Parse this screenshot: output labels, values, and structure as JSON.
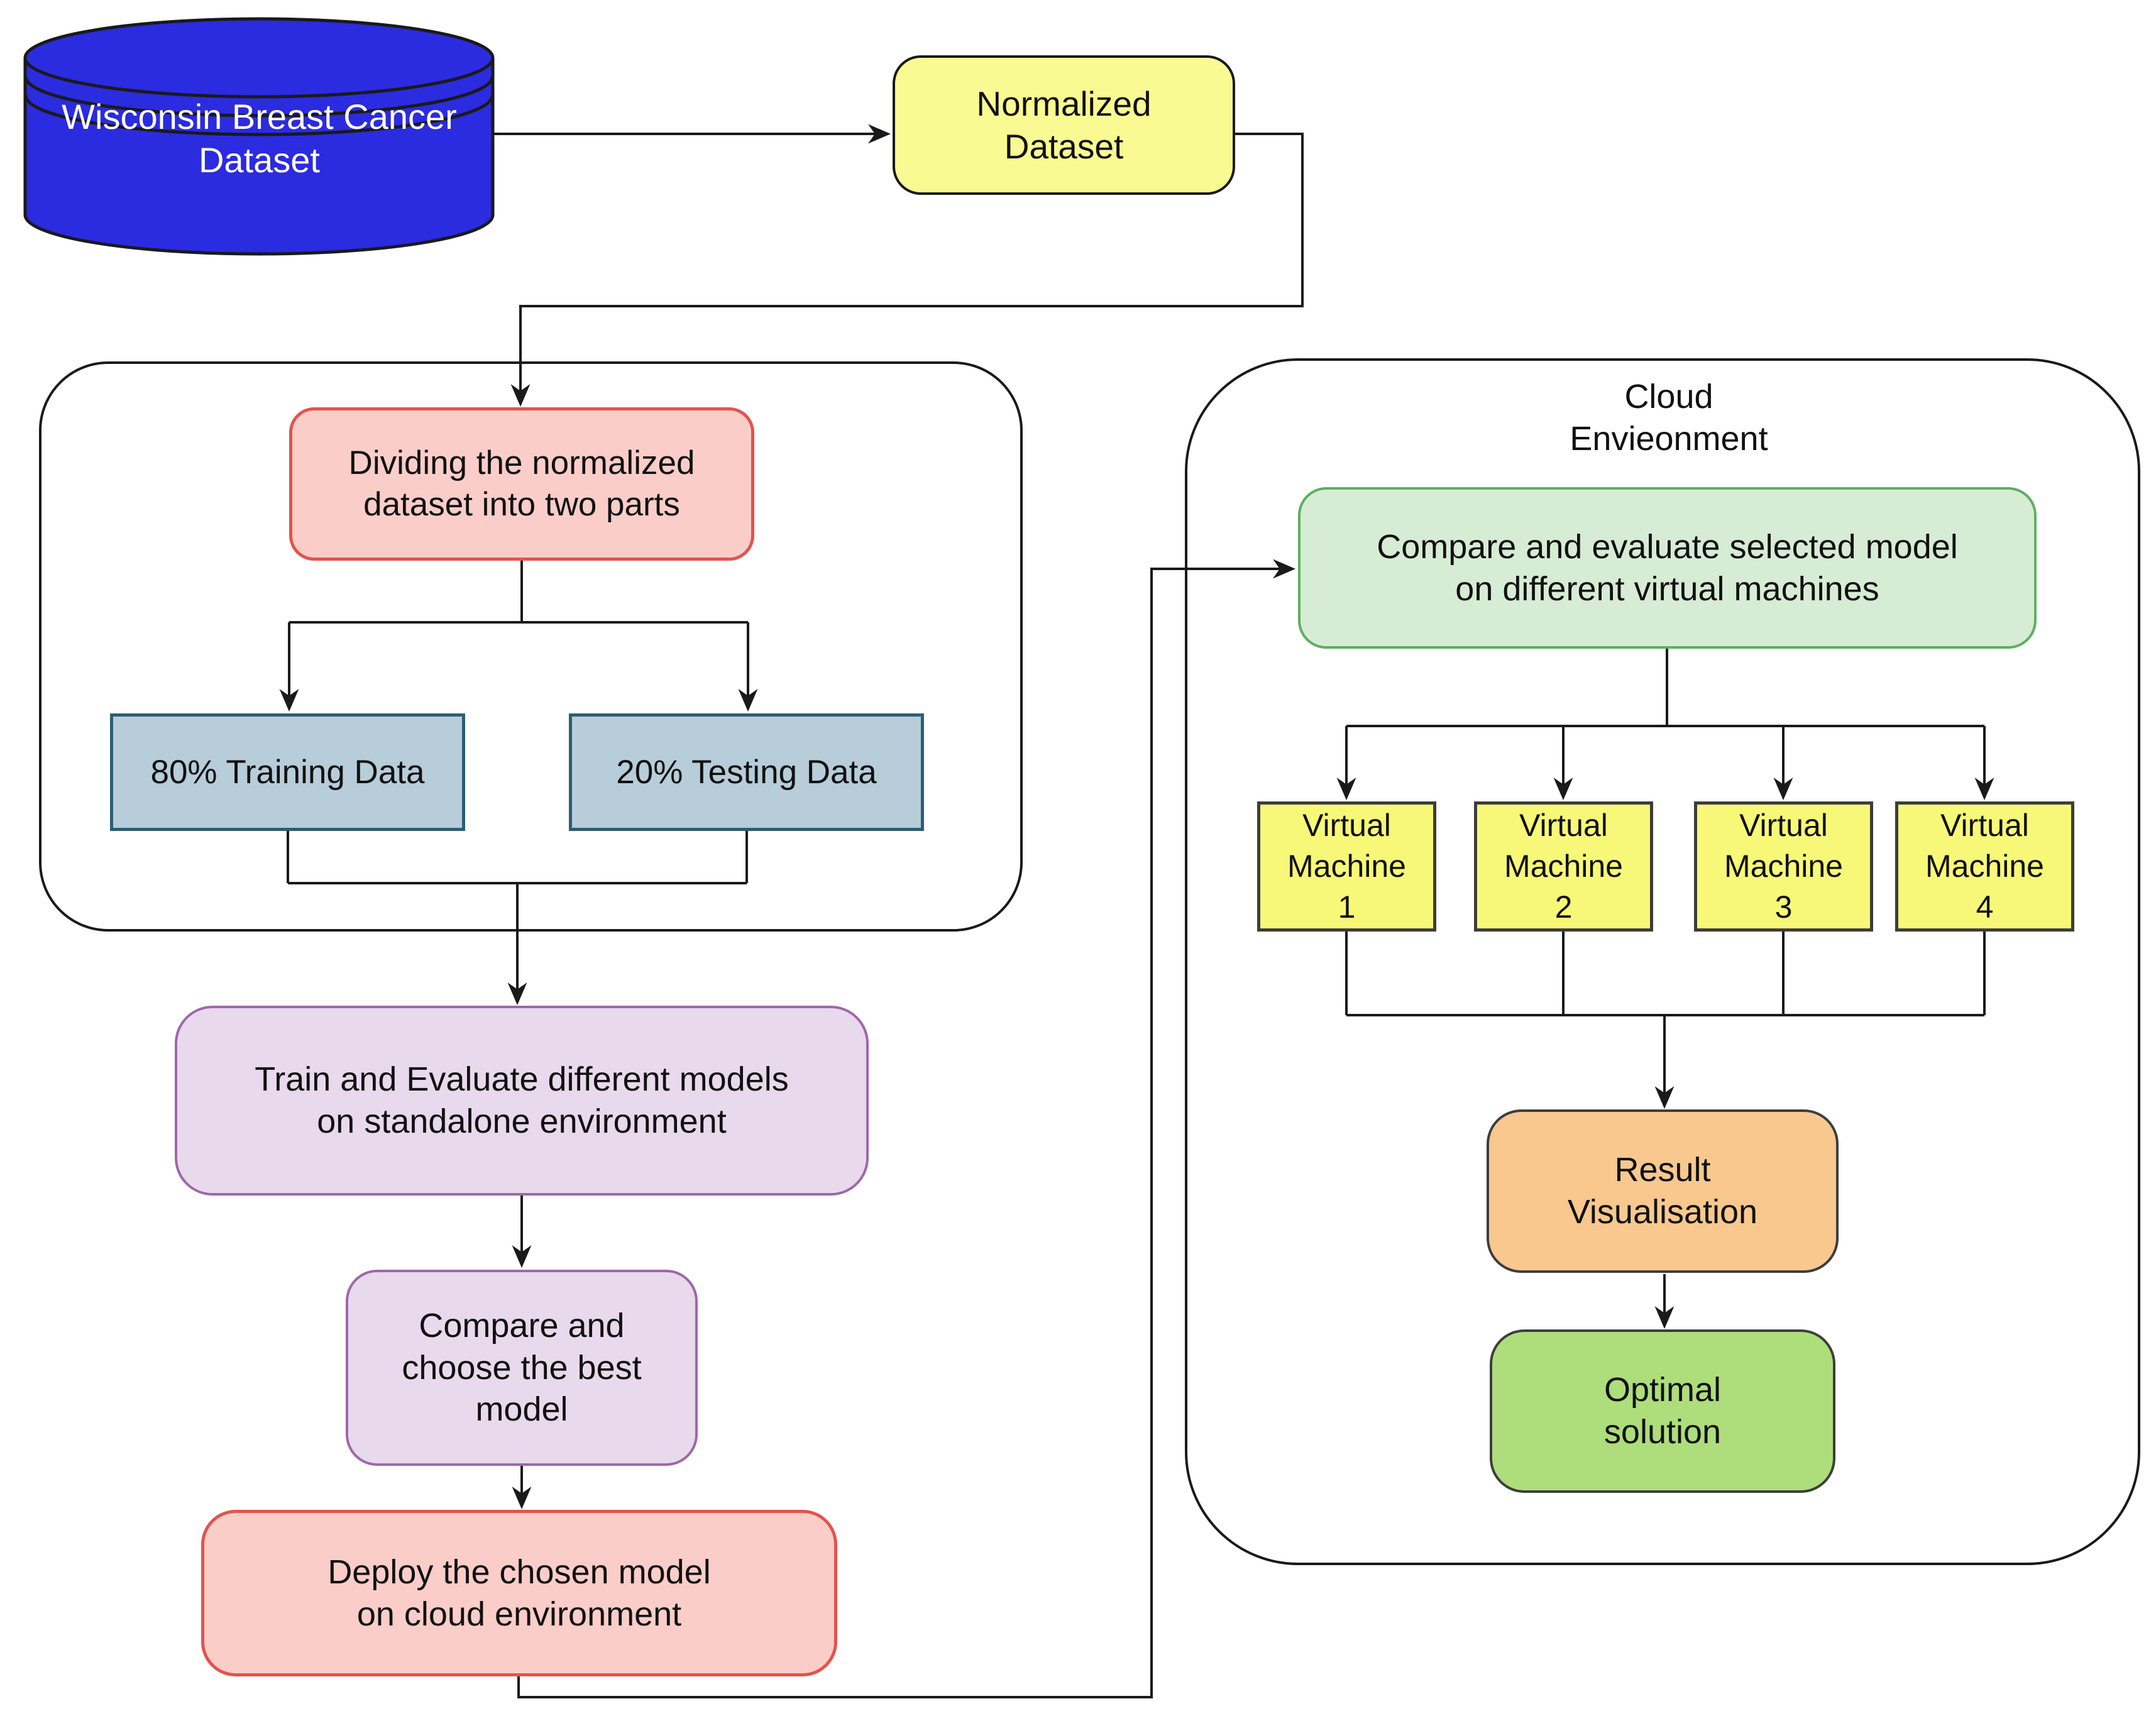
{
  "colors": {
    "bg": "#ffffff",
    "line": "#1a1a1a",
    "cylinder-fill": "#2b2be0",
    "cylinder-text": "#ffffff",
    "yellow-fill": "#fafa92",
    "yellow-border": "#1a1a1a",
    "vm-fill": "#f8f878",
    "vm-border": "#3d3d3d",
    "pink-fill": "#fbcdc9",
    "pink-border": "#e2544c",
    "slate-fill": "#b7cdd9",
    "slate-border": "#2e5d73",
    "purple-fill": "#e9d9ec",
    "purple-border": "#9e67ab",
    "green-fill": "#d7ecd4",
    "green-border": "#5fae63",
    "orange-fill": "#f8c88f",
    "orange-border": "#3d3d3d",
    "lime-fill": "#aedd7b",
    "lime-border": "#3d3d3d",
    "container-border": "#1a1a1a"
  },
  "nodes": {
    "dataset": "Wisconsin Breast Cancer\nDataset",
    "normalized": "Normalized\nDataset",
    "dividing": "Dividing the normalized\ndataset into two parts",
    "training": "80% Training Data",
    "testing": "20% Testing Data",
    "train_eval": "Train and Evaluate different models\non standalone environment",
    "compare_choose": "Compare and\nchoose the best\nmodel",
    "deploy": "Deploy the chosen model\non cloud environment",
    "cloud_title": "Cloud\nEnvieonment",
    "compare_evaluate": "Compare and evaluate selected model\non different virtual machines",
    "vms": [
      "Virtual\nMachine\n1",
      "Virtual\nMachine\n2",
      "Virtual\nMachine\n3",
      "Virtual\nMachine\n4"
    ],
    "result": "Result\nVisualisation",
    "optimal": "Optimal\nsolution"
  }
}
